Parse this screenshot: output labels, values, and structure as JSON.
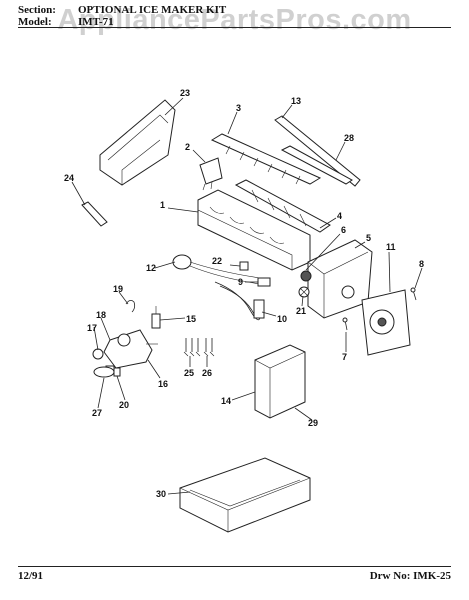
{
  "header": {
    "section_label": "Section:",
    "section_value": "OPTIONAL ICE MAKER KIT",
    "model_label": "Model:",
    "model_value": "IMT-71"
  },
  "watermark": "AppliancePartsPros.com",
  "footer": {
    "date": "12/91",
    "drawing_number": "Drw No: IMK-25"
  },
  "callouts": [
    "1",
    "2",
    "3",
    "4",
    "5",
    "6",
    "7",
    "8",
    "9",
    "10",
    "11",
    "12",
    "13",
    "14",
    "15",
    "16",
    "17",
    "18",
    "19",
    "20",
    "21",
    "22",
    "23",
    "24",
    "25",
    "26",
    "27",
    "28",
    "29",
    "30"
  ]
}
